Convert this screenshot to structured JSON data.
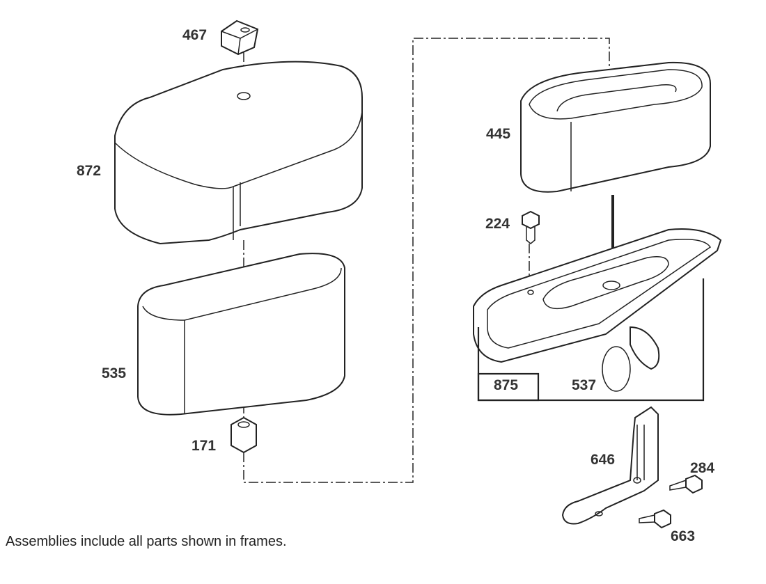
{
  "parts": {
    "cap_nut": "467",
    "cover": "872",
    "pre_cleaner": "535",
    "grommet": "171",
    "filter": "445",
    "screw_224": "224",
    "base_assembly": "875",
    "seal": "537",
    "bracket": "646",
    "screw_284": "284",
    "screw_663": "663"
  },
  "caption": "Assemblies include all parts shown in frames."
}
